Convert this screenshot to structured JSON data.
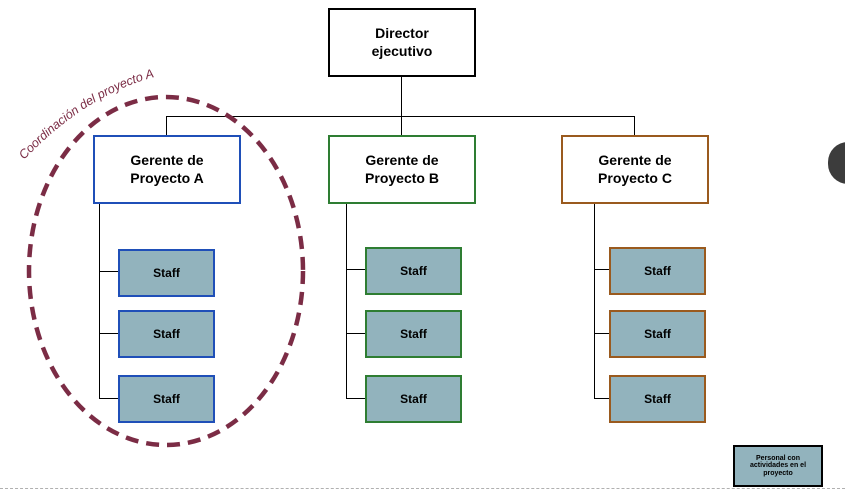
{
  "director": {
    "label": "Director\nejecutivo"
  },
  "managers": [
    {
      "label": "Gerente de\nProyecto  A",
      "color": "#1f4fb8"
    },
    {
      "label": "Gerente de\nProyecto B",
      "color": "#2e7d32"
    },
    {
      "label": "Gerente de\nProyecto C",
      "color": "#9a5a1e"
    }
  ],
  "staff_label": "Staff",
  "coordination": {
    "label": "Coordinación del proyecto A",
    "color": "#7b2c45"
  },
  "legend": {
    "label": "Personal con\nactividades en el\nproyecto"
  },
  "colors": {
    "staff_fill": "#92b3bd",
    "lines": "#000000"
  }
}
